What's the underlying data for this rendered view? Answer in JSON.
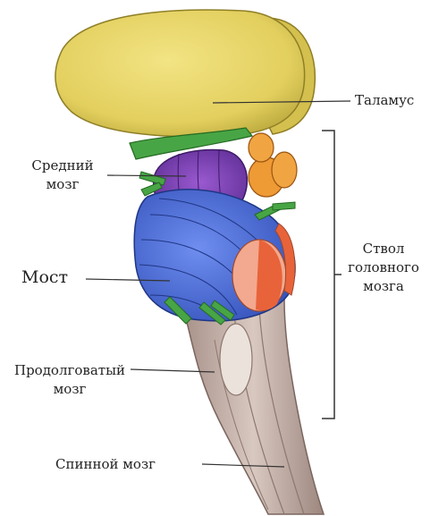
{
  "labels": {
    "thalamus": "Таламус",
    "midbrain_line1": "Средний",
    "midbrain_line2": "мозг",
    "pons": "Мост",
    "medulla_line1": "Продолговатый",
    "medulla_line2": "мозг",
    "spinal_cord": "Спинной мозг",
    "brainstem_line1": "Ствол",
    "brainstem_line2": "головного",
    "brainstem_line3": "мозга"
  },
  "colors": {
    "thalamus": "#e7d56a",
    "midbrain": "#7b3fb4",
    "pons": "#4e6fd6",
    "nerves": "#3f9a3a",
    "pituitary": "#ee9a35",
    "cord": "#c9b5ab",
    "pink": "#f2a98f",
    "orange_red": "#e8633a",
    "text": "#222222"
  }
}
